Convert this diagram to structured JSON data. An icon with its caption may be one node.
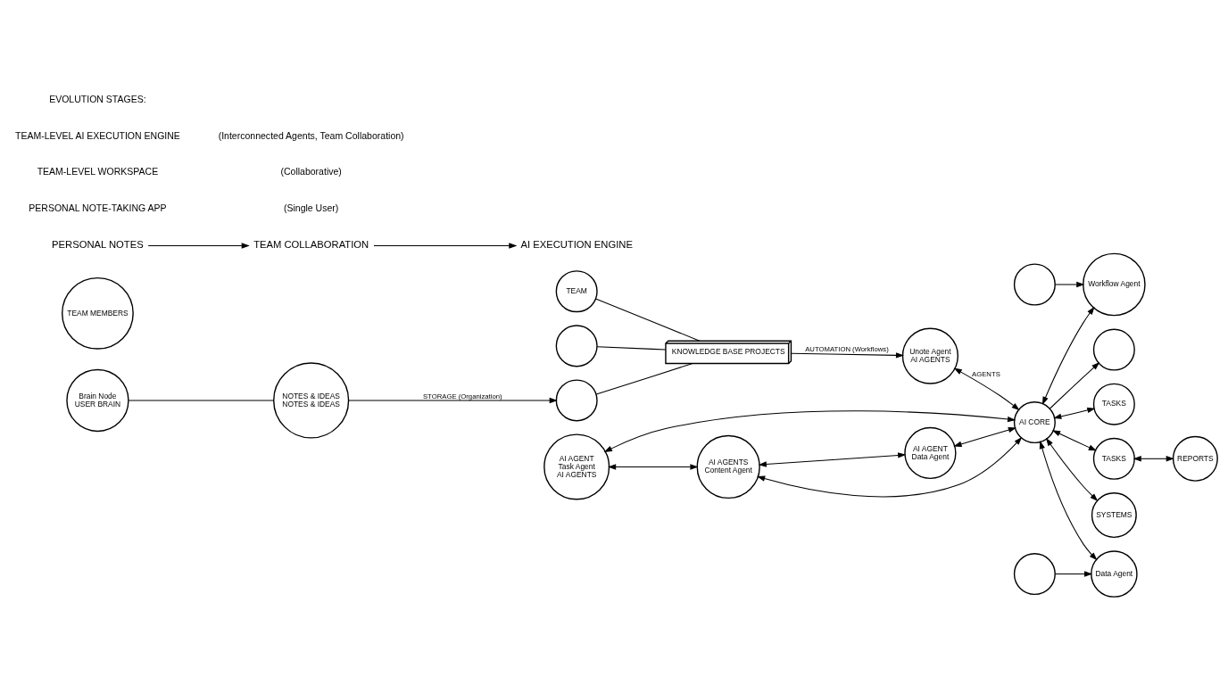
{
  "diagram": {
    "nodes": [
      {
        "text": [
          "Brain Node",
          "USER BRAIN"
        ]
      },
      {
        "text": [
          "NOTES & IDEAS",
          "NOTES & IDEAS"
        ]
      },
      {
        "text": [],
        "shape": "person"
      },
      {
        "text": [],
        "shape": "person"
      },
      {
        "text": [
          "TEAM"
        ]
      },
      {
        "text": [
          "KNOWLEDGE BASE PROJECTS"
        ]
      },
      {
        "text": [
          "Unote Agent",
          "AI AGENTS"
        ]
      },
      {
        "text": [
          "AI CORE"
        ]
      },
      {
        "text": [
          "AI AGENT",
          "Task Agent",
          "AI AGENTS"
        ]
      },
      {
        "text": [
          "AI AGENTS",
          "Content Agent"
        ]
      },
      {
        "text": [
          "AI AGENT",
          "Data Agent"
        ]
      },
      {
        "text": [
          "TASKS"
        ]
      },
      {
        "text": [
          "TASKS"
        ]
      },
      {
        "text": [
          "REPORTS"
        ]
      },
      {
        "text": [
          "SYSTEMS"
        ]
      },
      {
        "text": [
          "Data Agent"
        ]
      },
      {
        "text": [
          "Workflow Agent"
        ]
      },
      {
        "text": [],
        "shape": "person"
      },
      {
        "text": [],
        "shape": "person"
      },
      {
        "text": [
          "TEAM MEMBERS"
        ]
      },
      {
        "text": [],
        "shape": "person"
      },
      {
        "text": [
          "PERSONAL NOTES"
        ]
      },
      {
        "text": [
          "TEAM COLLABORATION"
        ]
      },
      {
        "text": [
          "AI EXECUTION ENGINE"
        ]
      }
    ],
    "edges": [
      {
        "from": 0,
        "to": 1,
        "arrow": "none"
      },
      {
        "from": 1,
        "to": 3,
        "arrow": "to",
        "label": "STORAGE (Organization)"
      },
      {
        "from": 2,
        "to": 5,
        "arrow": "none"
      },
      {
        "from": 3,
        "to": 5,
        "arrow": "none"
      },
      {
        "from": 4,
        "to": 5,
        "arrow": "none"
      },
      {
        "from": 5,
        "to": 6,
        "arrow": "to",
        "label": "AUTOMATION (Workflows)"
      },
      {
        "from": 6,
        "to": 7,
        "arrow": "both",
        "label": "AGENTS"
      },
      {
        "from": 8,
        "to": 9,
        "arrow": "both"
      },
      {
        "from": 9,
        "to": 10,
        "arrow": "both"
      },
      {
        "from": 8,
        "to": 7,
        "arrow": "both"
      },
      {
        "from": 9,
        "to": 7,
        "arrow": "both"
      },
      {
        "from": 10,
        "to": 7,
        "arrow": "both"
      },
      {
        "from": 7,
        "to": 11,
        "arrow": "both"
      },
      {
        "from": 7,
        "to": 12,
        "arrow": "both"
      },
      {
        "from": 12,
        "to": 13,
        "arrow": "both"
      },
      {
        "from": 7,
        "to": 14,
        "arrow": "both"
      },
      {
        "from": 7,
        "to": 15,
        "arrow": "both"
      },
      {
        "from": 7,
        "to": 16,
        "arrow": "both"
      },
      {
        "from": 7,
        "to": 17,
        "arrow": "to"
      },
      {
        "from": 18,
        "to": 15,
        "arrow": "to"
      },
      {
        "from": 20,
        "to": 16,
        "arrow": "to"
      },
      {
        "from": 21,
        "to": 22,
        "arrow": "to"
      },
      {
        "from": 22,
        "to": 23,
        "arrow": "to"
      }
    ],
    "labels": [
      "PERSONAL NOTE-TAKING APP",
      "(Single User)",
      "TEAM-LEVEL WORKSPACE",
      "(Collaborative)",
      "TEAM-LEVEL AI EXECUTION ENGINE",
      "(Interconnected Agents, Team Collaboration)",
      "EVOLUTION STAGES:"
    ]
  }
}
